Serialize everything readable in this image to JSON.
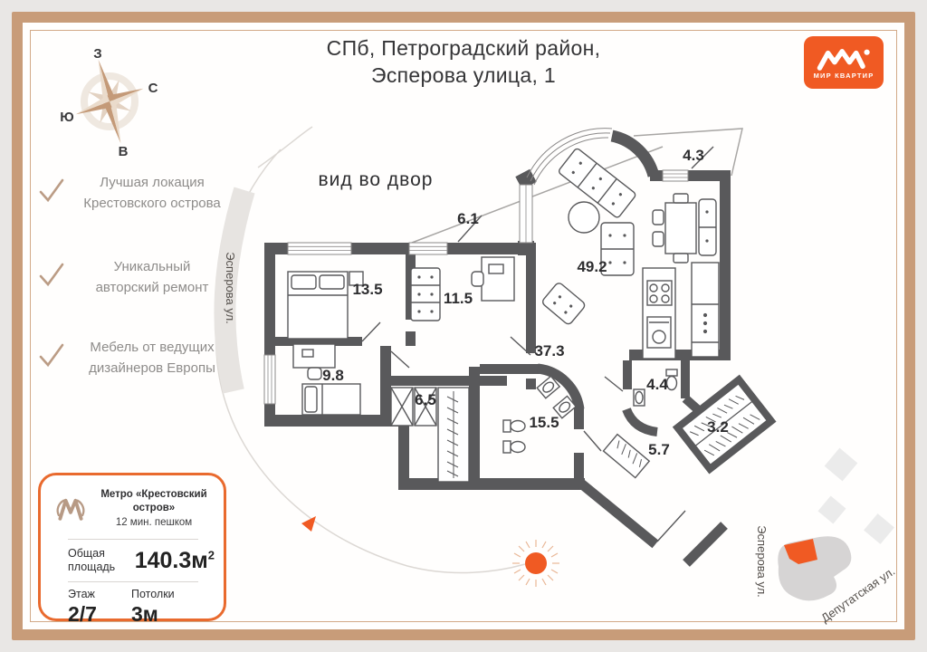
{
  "header": {
    "title_line1": "СПб, Петроградский район,",
    "title_line2": "Эсперова улица, 1"
  },
  "logo": {
    "brand": "МИР КВАРТИР"
  },
  "compass": {
    "north": "С",
    "south": "Ю",
    "west": "З",
    "east": "В"
  },
  "features": [
    {
      "line1": "Лучшая локация",
      "line2": "Крестовского острова"
    },
    {
      "line1": "Уникальный",
      "line2": "авторский ремонт"
    },
    {
      "line1": "Мебель от ведущих",
      "line2": "дизайнеров Европы"
    }
  ],
  "info_card": {
    "metro_name": "Метро «Крестовский остров»",
    "metro_walk": "12 мин. пешком",
    "area_label": "Общая площадь",
    "area_value": "140.3м",
    "area_sup": "2",
    "floor_label": "Этаж",
    "floor_value": "2/7",
    "ceiling_label": "Потолки",
    "ceiling_value": "3м"
  },
  "plan": {
    "view_label": "вид во двор",
    "street_left": "Эсперова ул.",
    "room_areas": {
      "terrace": "6.1",
      "bedroom_main": "13.5",
      "cabinet": "11.5",
      "living": "49.2",
      "balcony": "4.3",
      "hall": "37.3",
      "bedroom_second": "9.8",
      "corridor": "6.5",
      "bathroom_main": "15.5",
      "bathroom_guest": "4.4",
      "wardrobe": "3.2",
      "entry_hall": "5.7"
    },
    "minimap": {
      "street_vertical": "Эсперова ул.",
      "street_diagonal": "Депутатская ул."
    }
  },
  "colors": {
    "accent_orange": "#f05a23",
    "wall_grey": "#59595b",
    "frame_tan": "#c89c79",
    "check_tan": "#bb9c85"
  }
}
